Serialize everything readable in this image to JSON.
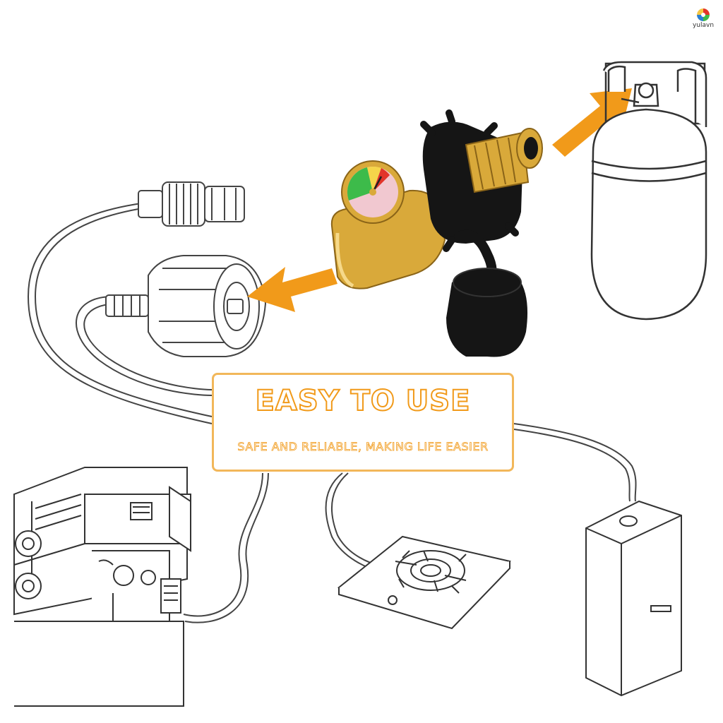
{
  "banner": {
    "title": "EASY TO USE",
    "subtitle": "SAFE AND RELIABLE, MAKING LIFE EASIER"
  },
  "brand": {
    "name": "yulavn"
  },
  "colors": {
    "accent": "#f19a1a",
    "border": "#f2b75a",
    "line": "#3a3a3a",
    "brass": "#d9a93a",
    "black_rubber": "#151515",
    "gauge_green": "#3dbb4a"
  },
  "icons": [
    "propane-tank-icon",
    "adapter-fitting-icon",
    "pressure-gauge-icon",
    "dust-cap-icon",
    "grill-icon",
    "camp-stove-icon",
    "water-heater-icon",
    "hose-connector-icon",
    "arrow-right-icon",
    "arrow-left-icon"
  ]
}
